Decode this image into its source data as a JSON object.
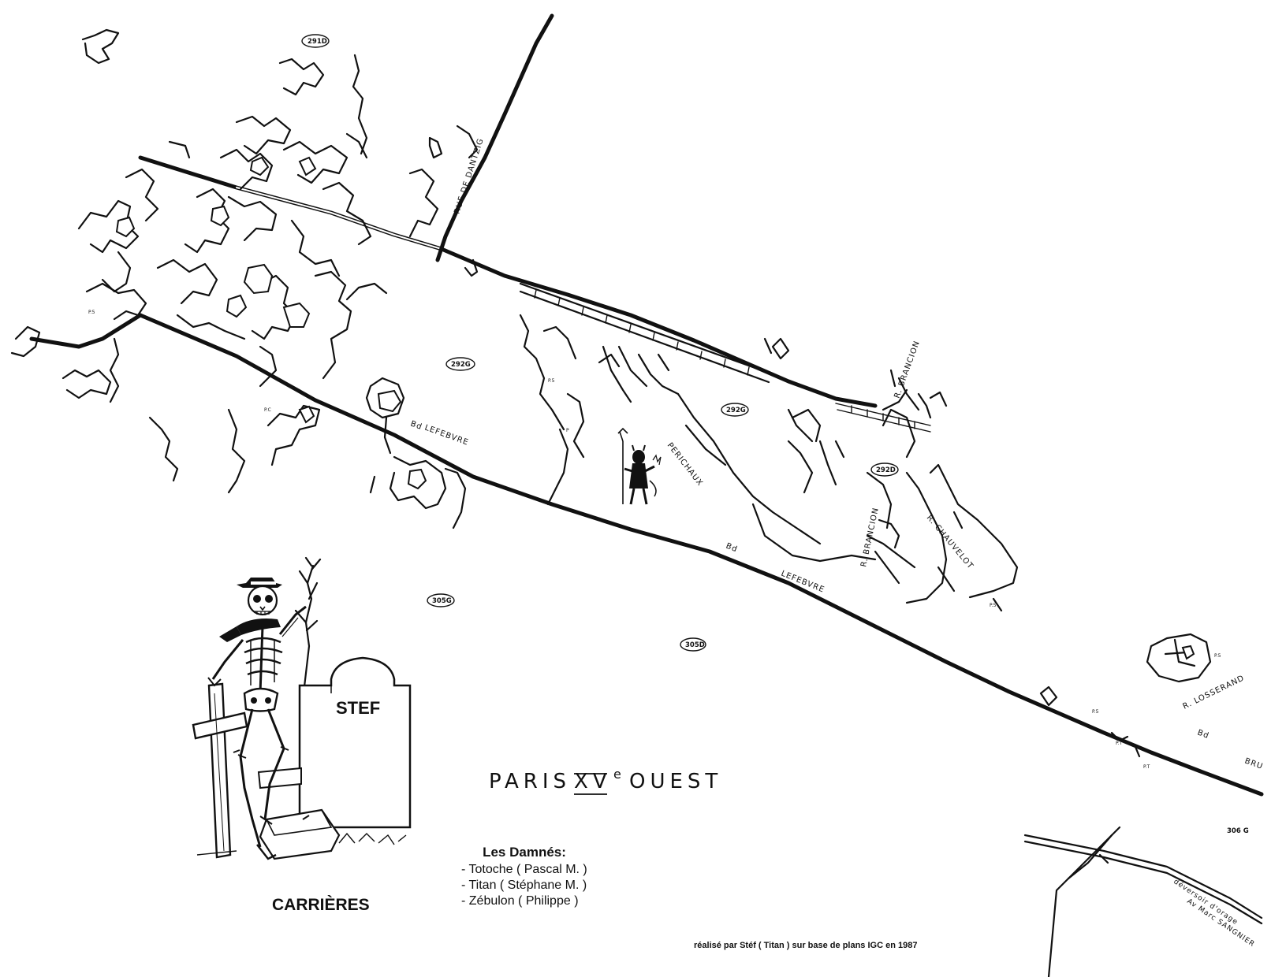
{
  "map": {
    "title": {
      "prefix": "PARIS",
      "numeral": "XV",
      "superscript": "e",
      "suffix": "OUEST"
    },
    "street_labels": {
      "danzig": "RUE DE DANTZIG",
      "lefebvre_upper_bd": "Bd",
      "lefebvre_upper": "LEFEBVRE",
      "lefebvre_lower_bd": "Bd",
      "lefebvre_lower": "LEFEBVRE",
      "perichaux": "PERICHAUX",
      "chauvelot": "R. CHAUVELOT",
      "brancion_left": "R. BRANCION",
      "brancion_top": "R. BRANCION",
      "losserand": "R. LOSSERAND",
      "brune_bd": "Bd",
      "brune": "BRU",
      "deversoir": "déversoir d'orage",
      "sangnier": "Av Marc SANGNIER"
    },
    "plan_refs": {
      "r291d": "291D",
      "r292g_left": "292G",
      "r292g_right": "292G",
      "r292d": "292D",
      "r305g": "305G",
      "r305d": "305D",
      "r306g": "306 G"
    },
    "tombstone_name": "STEF",
    "footer_title": "CARRIÈRES",
    "icons": {
      "skeleton": "skeleton-icon",
      "devil": "devil-icon",
      "tombstone": "tombstone-icon",
      "cross": "cross-icon",
      "dead-tree": "dead-tree-icon",
      "coffin": "coffin-icon"
    },
    "colors": {
      "ink": "#111111",
      "paper": "#ffffff"
    }
  },
  "credits": {
    "heading": "Les Damnés:",
    "members": [
      "- Totoche ( Pascal M. )",
      "- Titan ( Stéphane M. )",
      "- Zébulon ( Philippe )"
    ],
    "made_by": "réalisé par Stéf ( Titan ) sur base de plans IGC en 1987"
  }
}
